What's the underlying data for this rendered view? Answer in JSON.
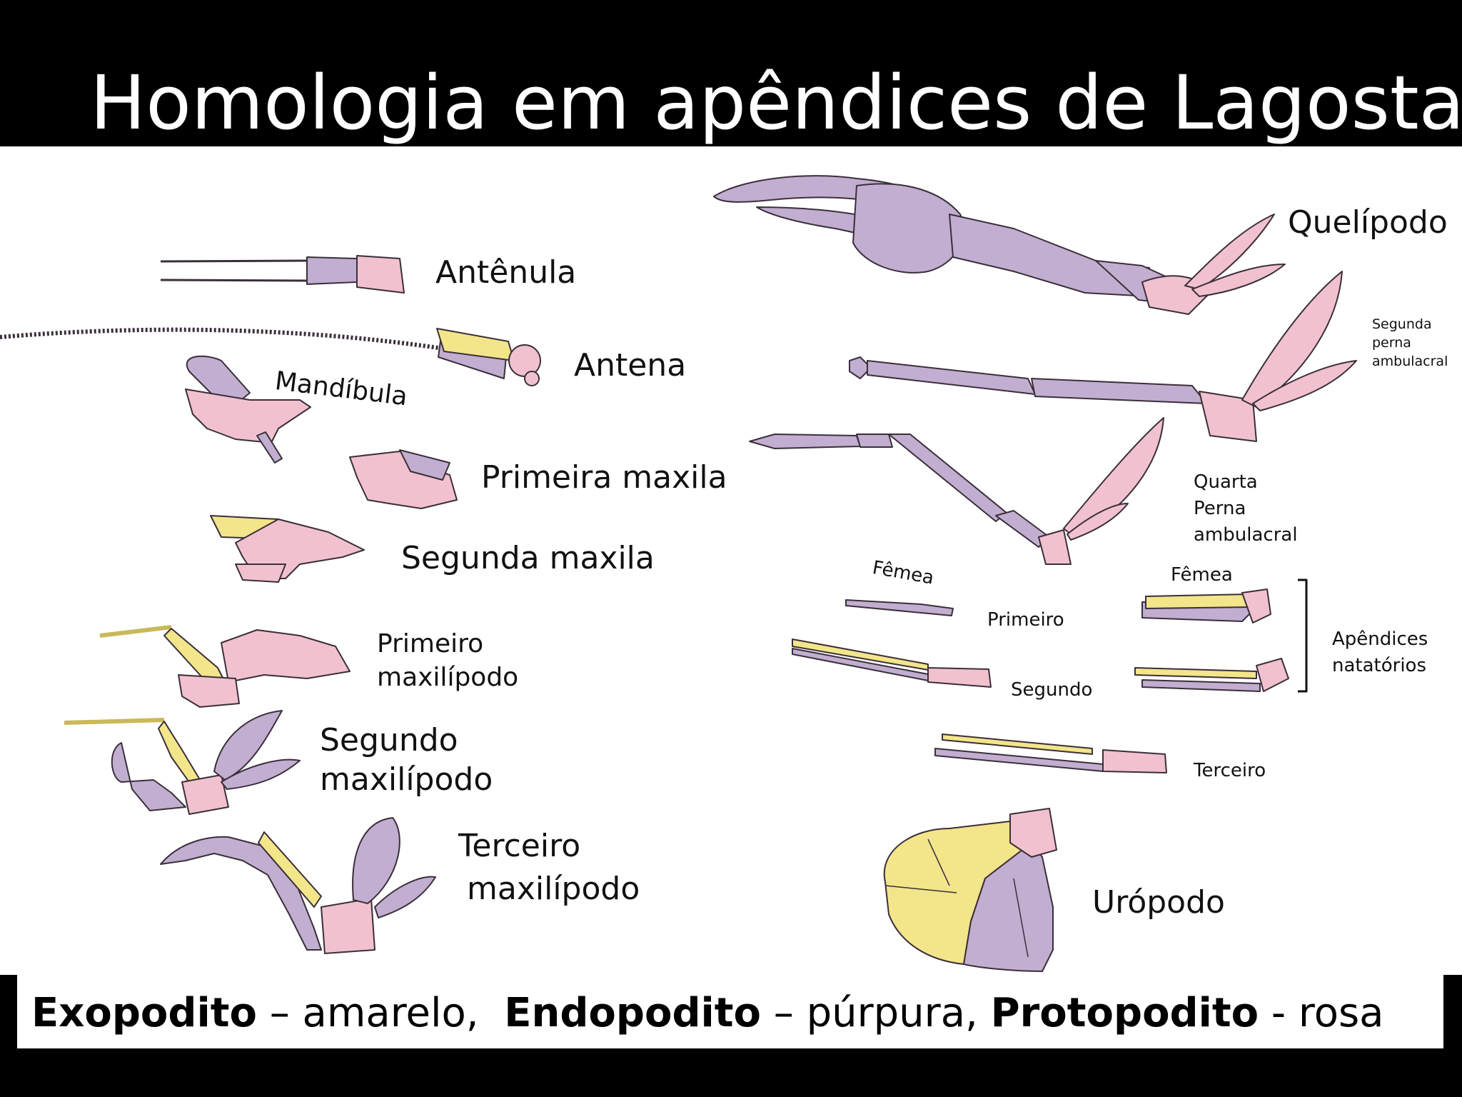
{
  "title": "Homologia em apêndices de Lagosta",
  "colors": {
    "exopodite": "#f3e58a",
    "endopodite": "#c2aed0",
    "protopodite": "#f2c1cf",
    "outline": "#3a2f3a"
  },
  "labels": {
    "antenula": "Antênula",
    "antena": "Antena",
    "mandibula": "Mandíbula",
    "primeira_maxila": "Primeira maxila",
    "segunda_maxila": "Segunda maxila",
    "primeiro_maxilipodo_1": "Primeiro",
    "primeiro_maxilipodo_2": "maxilípodo",
    "segundo_maxilipodo_1": "Segundo",
    "segundo_maxilipodo_2": "maxilípodo",
    "terceiro_maxilipodo_1": "Terceiro",
    "terceiro_maxilipodo_2": "maxilípodo",
    "quelipodo": "Quelípodo",
    "segunda_perna_1": "Segunda",
    "segunda_perna_2": "perna",
    "segunda_perna_3": "ambulacral",
    "quarta_perna_1": "Quarta",
    "quarta_perna_2": "Perna",
    "quarta_perna_3": "ambulacral",
    "femea_left": "Fêmea",
    "femea_right": "Fêmea",
    "primeiro": "Primeiro",
    "segundo": "Segundo",
    "terceiro": "Terceiro",
    "natatorios_1": "Apêndices",
    "natatorios_2": "natatórios",
    "uropodo": "Urópodo"
  },
  "legend": {
    "exo_term": "Exopodito",
    "exo_color": " – amarelo,  ",
    "endo_term": "Endopodito",
    "endo_color": " – púrpura, ",
    "proto_term": "Protopodito",
    "proto_color": " - rosa"
  }
}
